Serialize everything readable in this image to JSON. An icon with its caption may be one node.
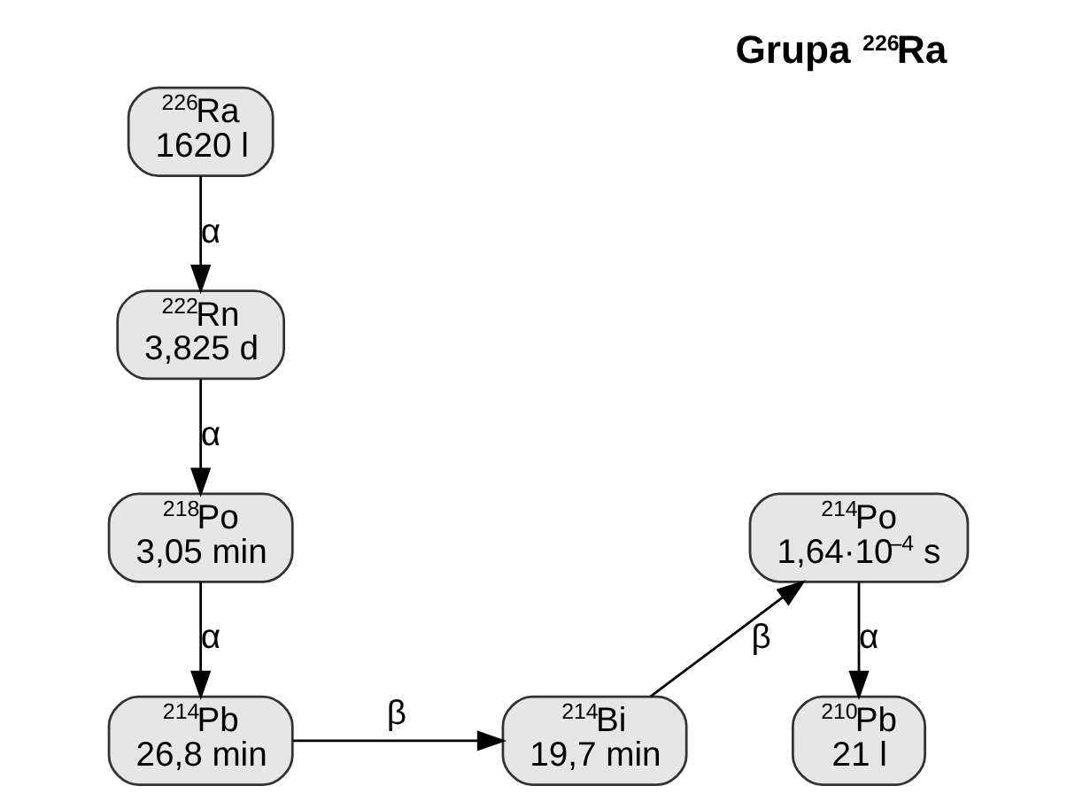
{
  "diagram": {
    "title": "Grupa $^{226}$Ra",
    "nodes": [
      {
        "text": [
          "$^{226}$Ra",
          "1620 l"
        ]
      },
      {
        "text": [
          "$^{222}$Rn",
          "3,825 d"
        ]
      },
      {
        "text": [
          "$^{218}$Po",
          "3,05 min"
        ]
      },
      {
        "text": [
          "$^{214}$Pb",
          "26,8 min"
        ]
      },
      {
        "text": [
          "$^{214}$Bi",
          "19,7 min"
        ]
      },
      {
        "text": [
          "$^{214}$Po",
          "1,64·10$^{–4}$ s"
        ]
      },
      {
        "text": [
          "$^{210}$Pb",
          "21 l"
        ]
      }
    ],
    "edges": [
      {
        "from": 0,
        "to": 1,
        "arrow": "to",
        "label": "α"
      },
      {
        "from": 1,
        "to": 2,
        "arrow": "to",
        "label": "α"
      },
      {
        "from": 2,
        "to": 3,
        "arrow": "to",
        "label": "α"
      },
      {
        "from": 3,
        "to": 4,
        "arrow": "to",
        "label": "β"
      },
      {
        "from": 4,
        "to": 5,
        "arrow": "to",
        "label": "β"
      },
      {
        "from": 5,
        "to": 6,
        "arrow": "to",
        "label": "α"
      }
    ]
  }
}
